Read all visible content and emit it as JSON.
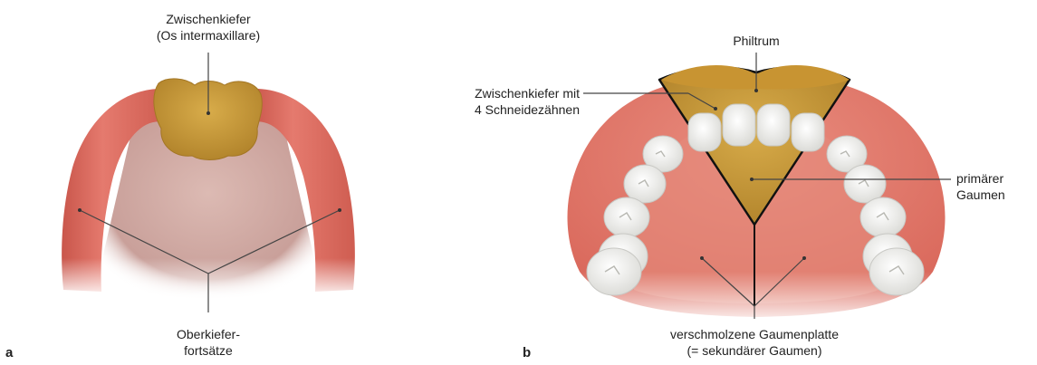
{
  "panel_a": {
    "letter": "a",
    "label_top_line1": "Zwischenkiefer",
    "label_top_line2": "(Os intermaxillare)",
    "label_bottom_line1": "Oberkiefer-",
    "label_bottom_line2": "fortsätze"
  },
  "panel_b": {
    "letter": "b",
    "label_philtrum": "Philtrum",
    "label_zwischen_line1": "Zwischenkiefer mit",
    "label_zwischen_line2": "4 Schneidezähnen",
    "label_primaer_line1": "primärer",
    "label_primaer_line2": "Gaumen",
    "label_bottom_line1": "verschmolzene Gaumenplatte",
    "label_bottom_line2": "(= sekundärer Gaumen)"
  },
  "colors": {
    "gum": "#e07468",
    "gum_dark": "#c9564b",
    "palate_fill": "#caa39c",
    "premaxilla": "#c99a3a",
    "premaxilla_dark": "#a97a22",
    "tooth": "#f4f4f2"
  }
}
